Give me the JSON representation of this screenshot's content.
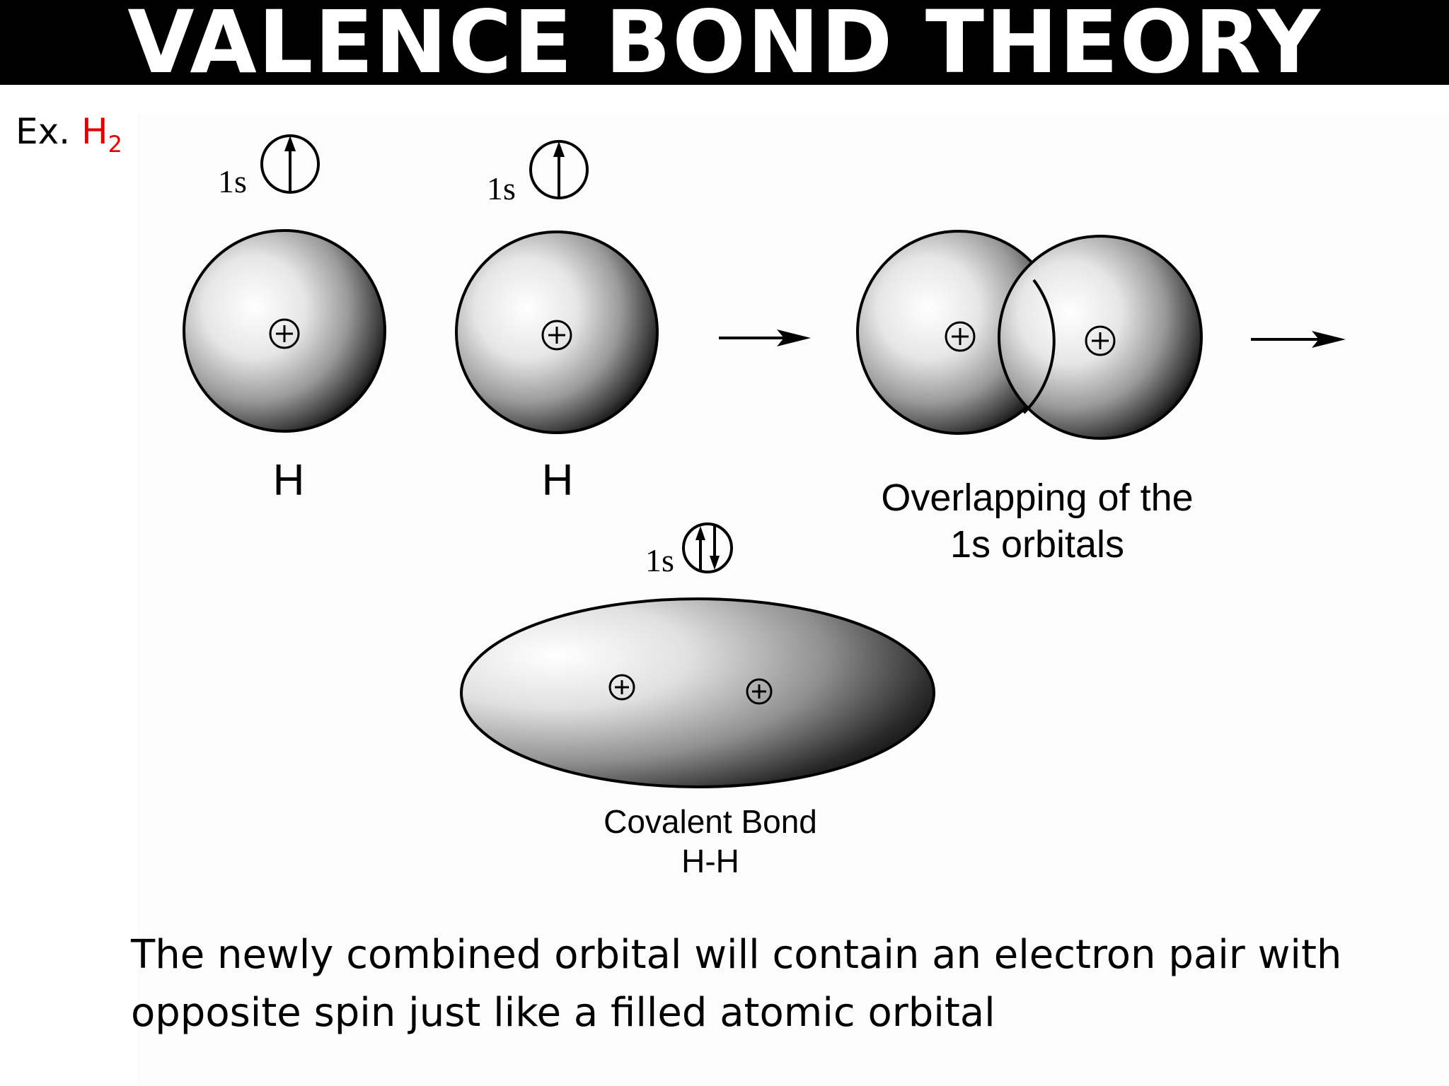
{
  "title": "VALENCE BOND THEORY",
  "example": {
    "prefix": "Ex.",
    "molecule": "H",
    "subscript": "2"
  },
  "atom1": {
    "orbital_label": "1s",
    "element": "H",
    "nucleus_symbol": "+"
  },
  "atom2": {
    "orbital_label": "1s",
    "element": "H",
    "nucleus_symbol": "+"
  },
  "overlap": {
    "caption_line1": "Overlapping of the",
    "caption_line2": "1s orbitals"
  },
  "bond": {
    "orbital_label": "1s",
    "caption_line1": "Covalent Bond",
    "caption_line2": "H-H"
  },
  "caption": {
    "line1": "The newly combined orbital will contain an electron pair with",
    "line2": "opposite spin just like a filled atomic orbital"
  }
}
